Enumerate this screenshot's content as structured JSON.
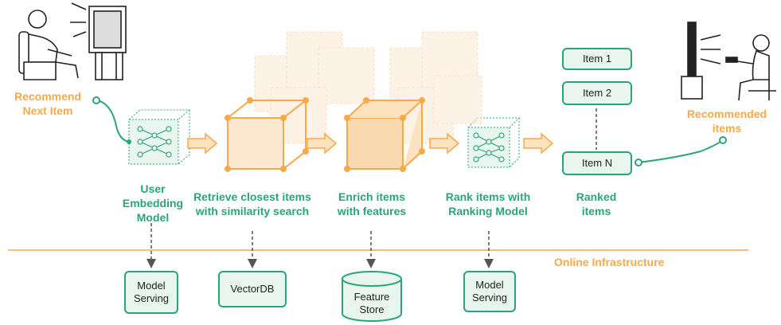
{
  "colors": {
    "green": "#2aa578",
    "green_light": "#e8f6ef",
    "orange": "#f7a94a",
    "orange_light": "#fde9d2"
  },
  "labels": {
    "recommend_next_item": "Recommend\nNext Item",
    "recommended_items": "Recommended\nitems",
    "user_embedding_model": "User\nEmbedding\nModel",
    "retrieve": "Retrieve closest items\nwith similarity search",
    "enrich": "Enrich items\nwith features",
    "rank": "Rank items with\nRanking Model",
    "ranked_items": "Ranked\nitems",
    "online_infrastructure": "Online Infrastructure"
  },
  "ranked_list": [
    "Item 1",
    "Item 2",
    "Item N"
  ],
  "infra_boxes": {
    "model_serving_1": "Model\nServing",
    "vectordb": "VectorDB",
    "feature_store": "Feature\nStore",
    "model_serving_2": "Model\nServing"
  },
  "icons": [
    "person-watching-tv-icon",
    "person-with-remote-icon",
    "neural-network-icon",
    "arrow-right-icon",
    "cube-icon",
    "database-cylinder-icon"
  ]
}
